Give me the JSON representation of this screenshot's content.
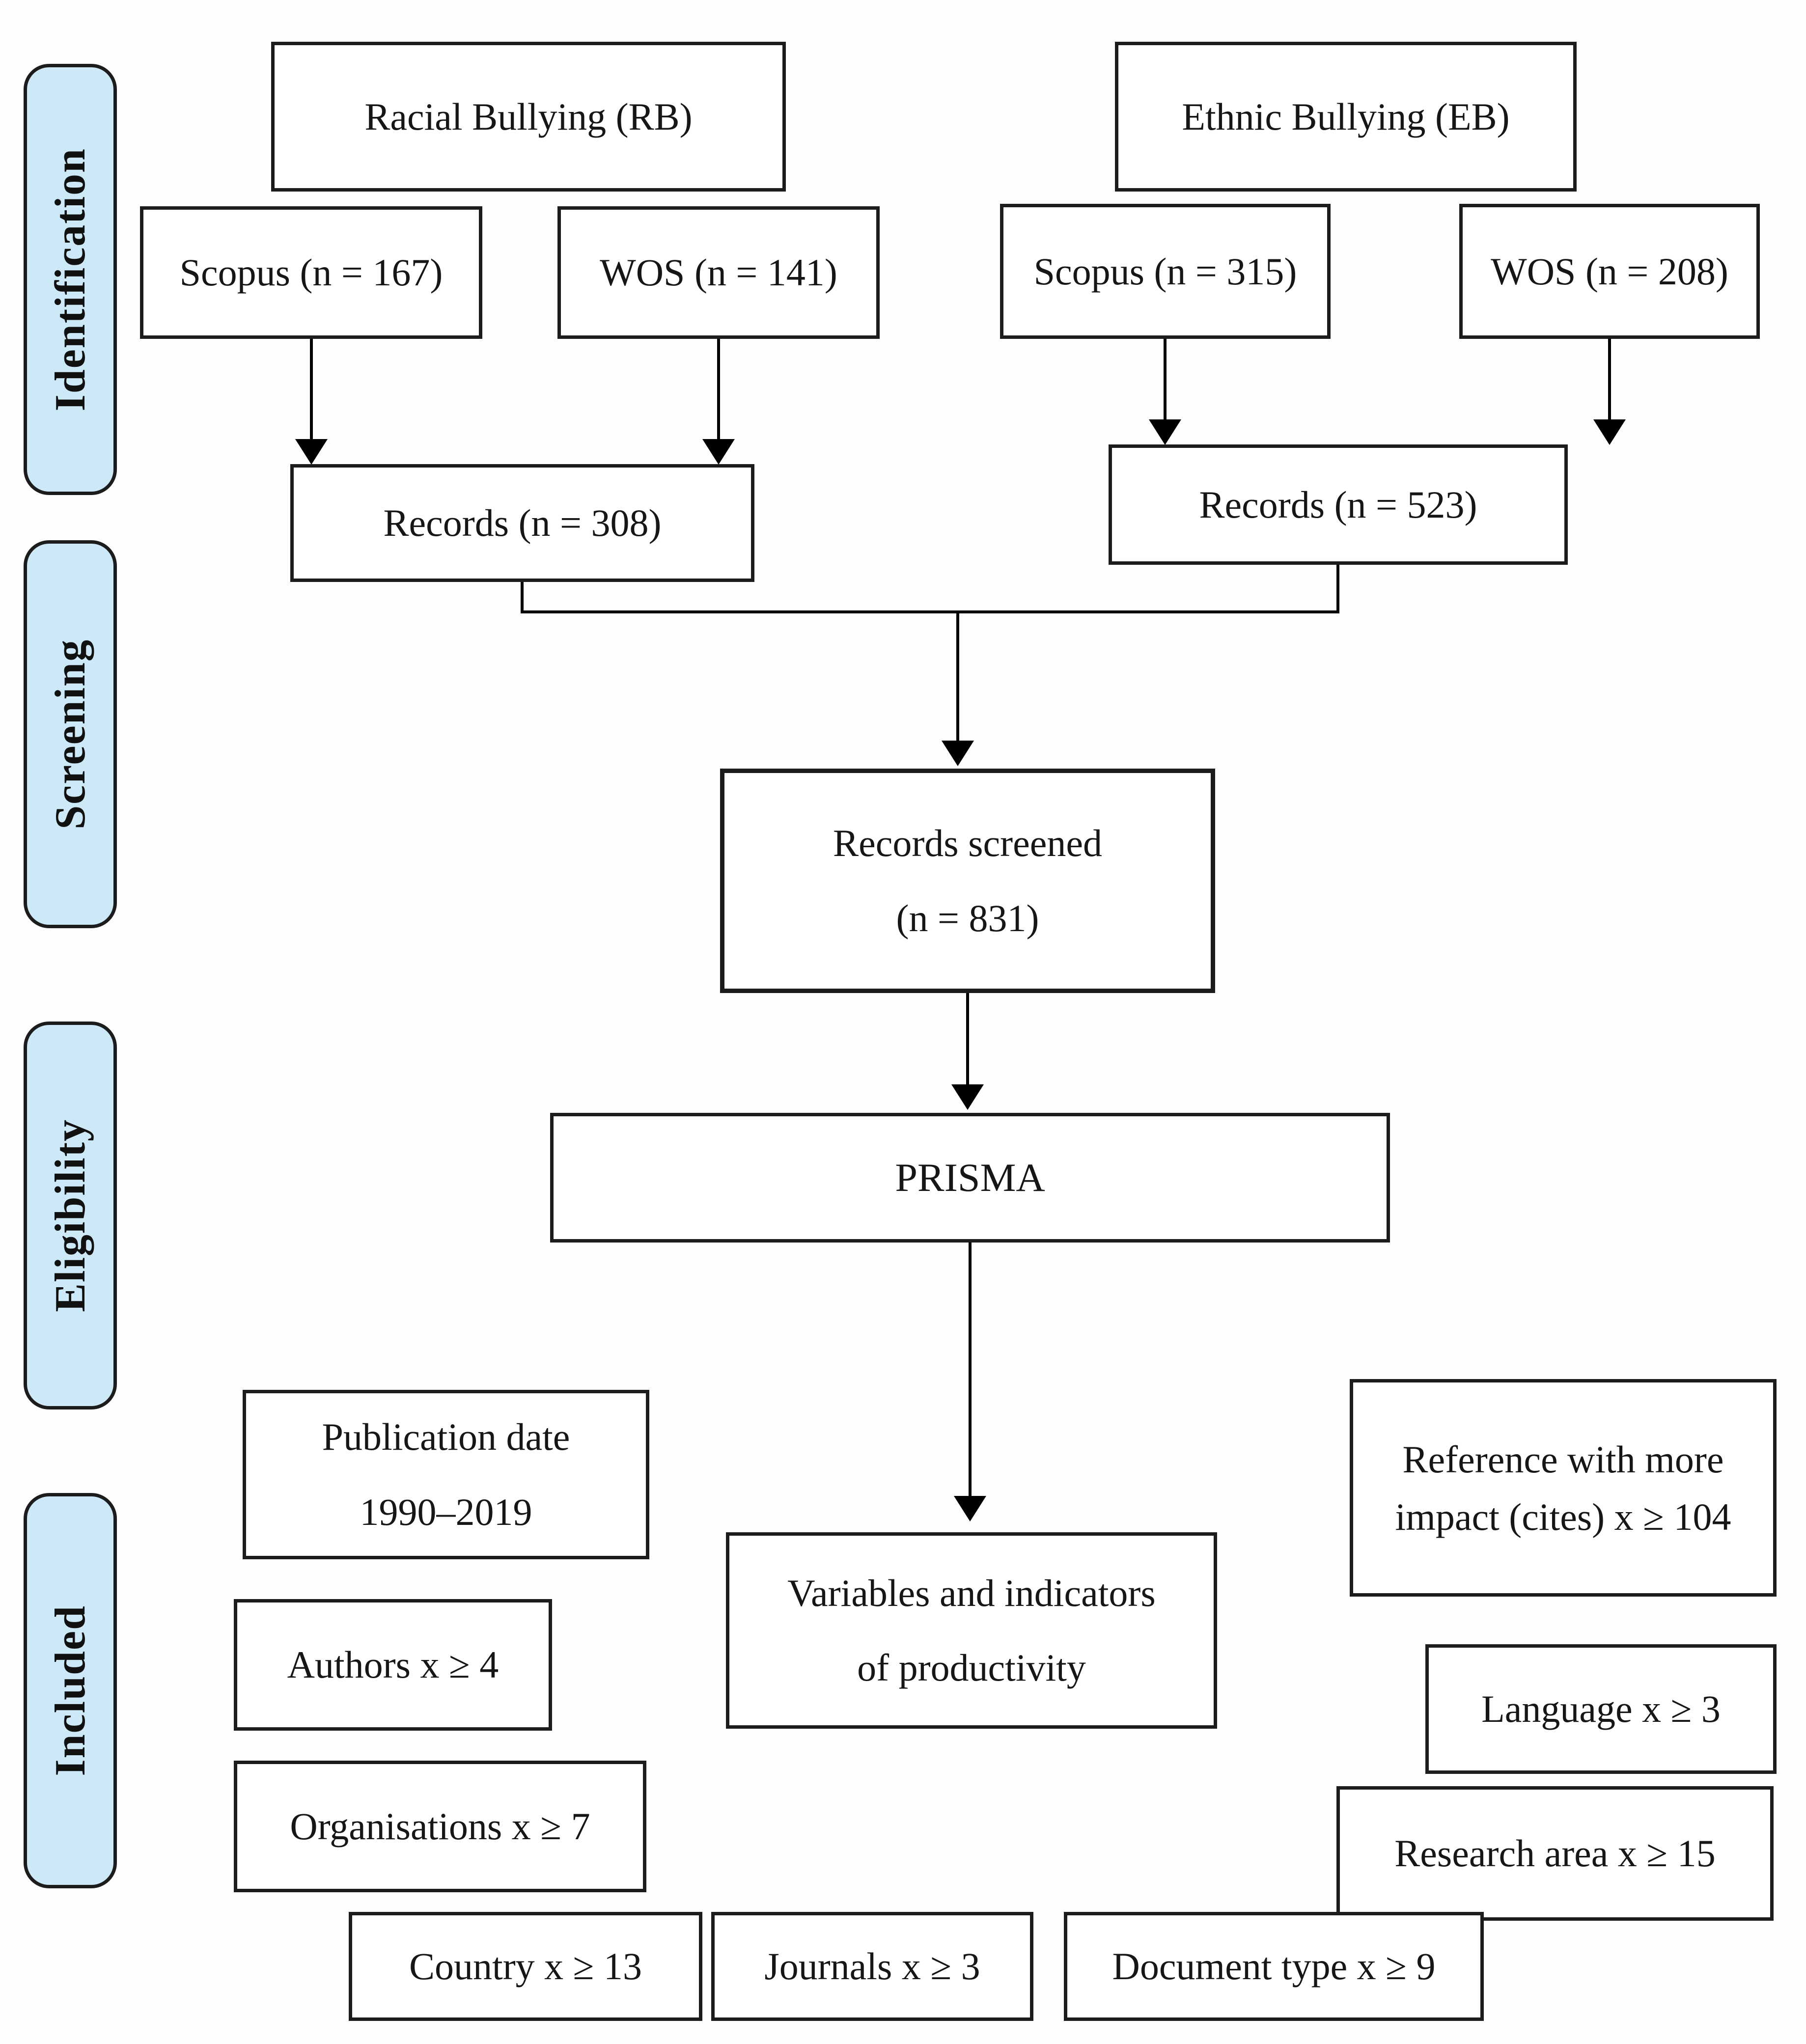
{
  "colors": {
    "stage_fill": "#cde9f7",
    "stage_border": "#1c1c1c",
    "box_border": "#1c1c1c",
    "arrow": "#000000",
    "text": "#161616"
  },
  "sidebar": {
    "stages": [
      {
        "label": "Identification"
      },
      {
        "label": "Screening"
      },
      {
        "label": "Eligibility"
      },
      {
        "label": "Included"
      }
    ]
  },
  "boxes": {
    "racial_bullying": {
      "label": "Racial Bullying (RB)"
    },
    "ethnic_bullying": {
      "label": "Ethnic Bullying (EB)"
    },
    "scopus_rb": {
      "label": "Scopus (n = 167)"
    },
    "wos_rb": {
      "label": "WOS (n = 141)"
    },
    "scopus_eb": {
      "label": "Scopus (n = 315)"
    },
    "wos_eb": {
      "label": "WOS (n = 208)"
    },
    "records_rb": {
      "label": "Records (n = 308)"
    },
    "records_eb": {
      "label": "Records (n = 523)"
    },
    "records_screened": {
      "line1": "Records screened",
      "line2": "(n = 831)"
    },
    "prisma": {
      "label": "PRISMA"
    },
    "variables": {
      "line1": "Variables and indicators",
      "line2": "of productivity"
    },
    "publication_date": {
      "line1": "Publication date",
      "line2": "1990–2019"
    },
    "authors": {
      "label": "Authors x ≥ 4"
    },
    "organisations": {
      "label": "Organisations x ≥ 7"
    },
    "reference_impact": {
      "line1": "Reference with more",
      "line2": "impact (cites) x ≥ 104"
    },
    "language": {
      "label": "Language x ≥ 3"
    },
    "research_area": {
      "label": "Research area x ≥ 15"
    },
    "country": {
      "label": "Country x ≥ 13"
    },
    "journals": {
      "label": "Journals x ≥ 3"
    },
    "document_type": {
      "label": "Document type x ≥ 9"
    }
  }
}
